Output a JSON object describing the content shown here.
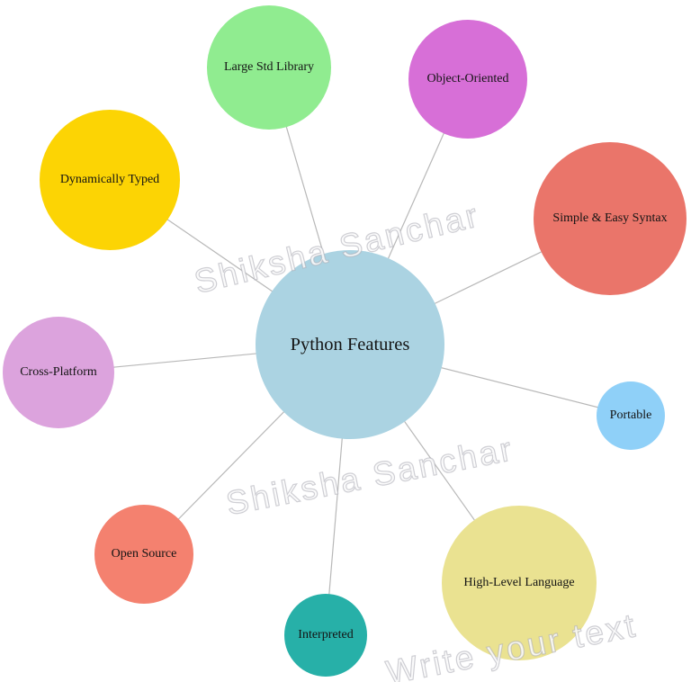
{
  "diagram": {
    "type": "mind-map",
    "center": {
      "label": "Python Features",
      "color": "#abd3e2"
    },
    "nodes": [
      {
        "label": "Large Std Library",
        "color": "#90ec90"
      },
      {
        "label": "Object-Oriented",
        "color": "#d76fd7"
      },
      {
        "label": "Simple & Easy Syntax",
        "color": "#ea756a"
      },
      {
        "label": "Portable",
        "color": "#8fd0f8"
      },
      {
        "label": "High-Level Language",
        "color": "#eae291"
      },
      {
        "label": "Interpreted",
        "color": "#27b0a8"
      },
      {
        "label": "Open Source",
        "color": "#f4816f"
      },
      {
        "label": "Cross-Platform",
        "color": "#dca3dd"
      },
      {
        "label": "Dynamically Typed",
        "color": "#fcd404"
      }
    ],
    "connector_color": "#b8b8b8",
    "text_color": "#141414"
  },
  "watermarks": [
    {
      "text": "Shiksha Sanchar"
    },
    {
      "text": "Shiksha Sanchar"
    },
    {
      "text": "Write your text"
    }
  ]
}
